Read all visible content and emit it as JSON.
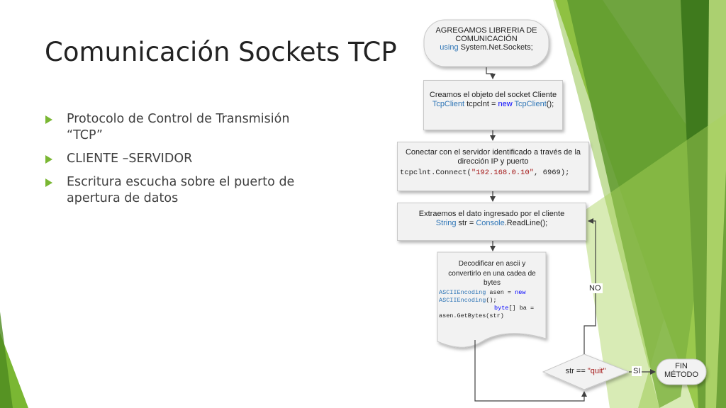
{
  "slide": {
    "title": "Comunicación Sockets TCP",
    "bullets": [
      "Protocolo de Control de Transmisión “TCP”",
      "CLIENTE –SERVIDOR",
      "Escritura  escucha sobre el puerto de apertura de datos"
    ]
  },
  "flowchart": {
    "start": {
      "line1": "AGREGAMOS LIBRERIA DE",
      "line2": "COMUNICACIÓN",
      "kw": "using",
      "rest": "System.Net.Sockets;"
    },
    "create": {
      "text": "Creamos el objeto  del socket  Cliente",
      "type": "TcpClient",
      "var": "tcpclnt",
      "eq": "=",
      "kw": "new",
      "ctor": "TcpClient",
      "end": "();"
    },
    "connect": {
      "text": "Conectar con el servidor identificado  a través de la dirección IP y puerto",
      "code_a": "tcpclnt.Connect(",
      "ip": "\"192.168.0.10\"",
      "code_b": ", 6969);"
    },
    "read": {
      "text": "Extraemos el dato ingresado por el cliente",
      "type": "String",
      "var": "str",
      "eq": "=",
      "cls": "Console",
      "call": ".ReadLine();"
    },
    "decode": {
      "text": "Decodificar en ascii y convertirlo en una cadea de bytes",
      "t1": "ASCIIEncoding",
      "c1": " asen = ",
      "k1": "new",
      "t2": "ASCIIEncoding",
      "c2": "();",
      "k2": "byte",
      "c3": "[] ba =",
      "c4": "asen.GetBytes(str)"
    },
    "decision": {
      "a": "str ==",
      "b": "\"quit\""
    },
    "labels": {
      "no": "NO",
      "si": "SI"
    },
    "end": {
      "line1": "FIN",
      "line2": "MÉTODO"
    }
  },
  "colors": {
    "accent_green": "#7ab733",
    "dark_green": "#4e8a1f",
    "code_blue": "#2e75b6"
  }
}
